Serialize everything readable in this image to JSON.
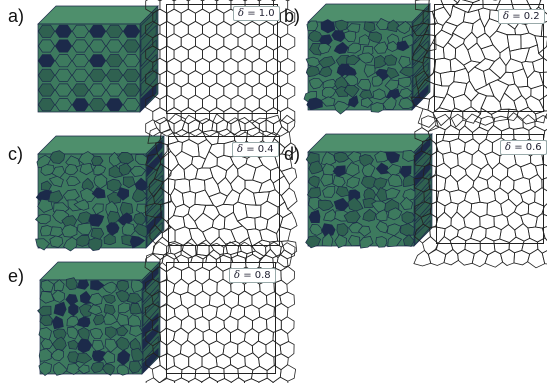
{
  "figure": {
    "panels": [
      {
        "id": "a",
        "label": "a)",
        "delta_symbol": "δ",
        "delta_text": " = 1.0",
        "delta": 1.0
      },
      {
        "id": "b",
        "label": "b)",
        "delta_symbol": "δ",
        "delta_text": " = 0.2",
        "delta": 0.2
      },
      {
        "id": "c",
        "label": "c)",
        "delta_symbol": "δ",
        "delta_text": " = 0.4",
        "delta": 0.4
      },
      {
        "id": "d",
        "label": "d)",
        "delta_symbol": "δ",
        "delta_text": " = 0.6",
        "delta": 0.6
      },
      {
        "id": "e",
        "label": "e)",
        "delta_symbol": "δ",
        "delta_text": " = 0.8",
        "delta": 0.8
      }
    ]
  },
  "colors": {
    "cube_face": "#3d7a5e",
    "cube_face_dark": "#2f6150",
    "cube_top": "#4e8f6c",
    "cube_shadow": "#1c2a4a",
    "cell_line": "#222222"
  }
}
